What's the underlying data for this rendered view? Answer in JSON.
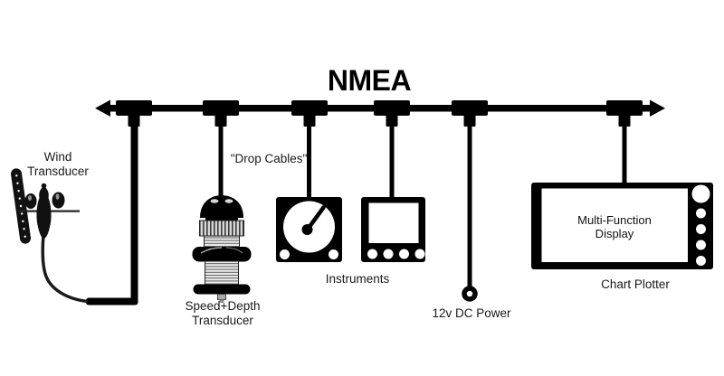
{
  "title": "NMEA",
  "bus": {
    "t_connector_count": 6,
    "terminator_arrows": 2
  },
  "labels": {
    "wind_transducer": "Wind\nTransducer",
    "drop_cables": "\"Drop Cables\"",
    "speed_depth_transducer": "Speed+Depth\nTransducer",
    "instruments": "Instruments",
    "dc_power": "12v DC Power",
    "multi_function_display": "Multi-Function\nDisplay",
    "chart_plotter": "Chart Plotter"
  },
  "devices_on_bus": [
    "Wind Transducer",
    "Speed+Depth Transducer",
    "Instruments (analog gauge)",
    "Instruments (digital display)",
    "12v DC Power",
    "Chart Plotter (Multi-Function Display)"
  ],
  "colors": {
    "foreground": "#000000",
    "background": "#ffffff"
  }
}
